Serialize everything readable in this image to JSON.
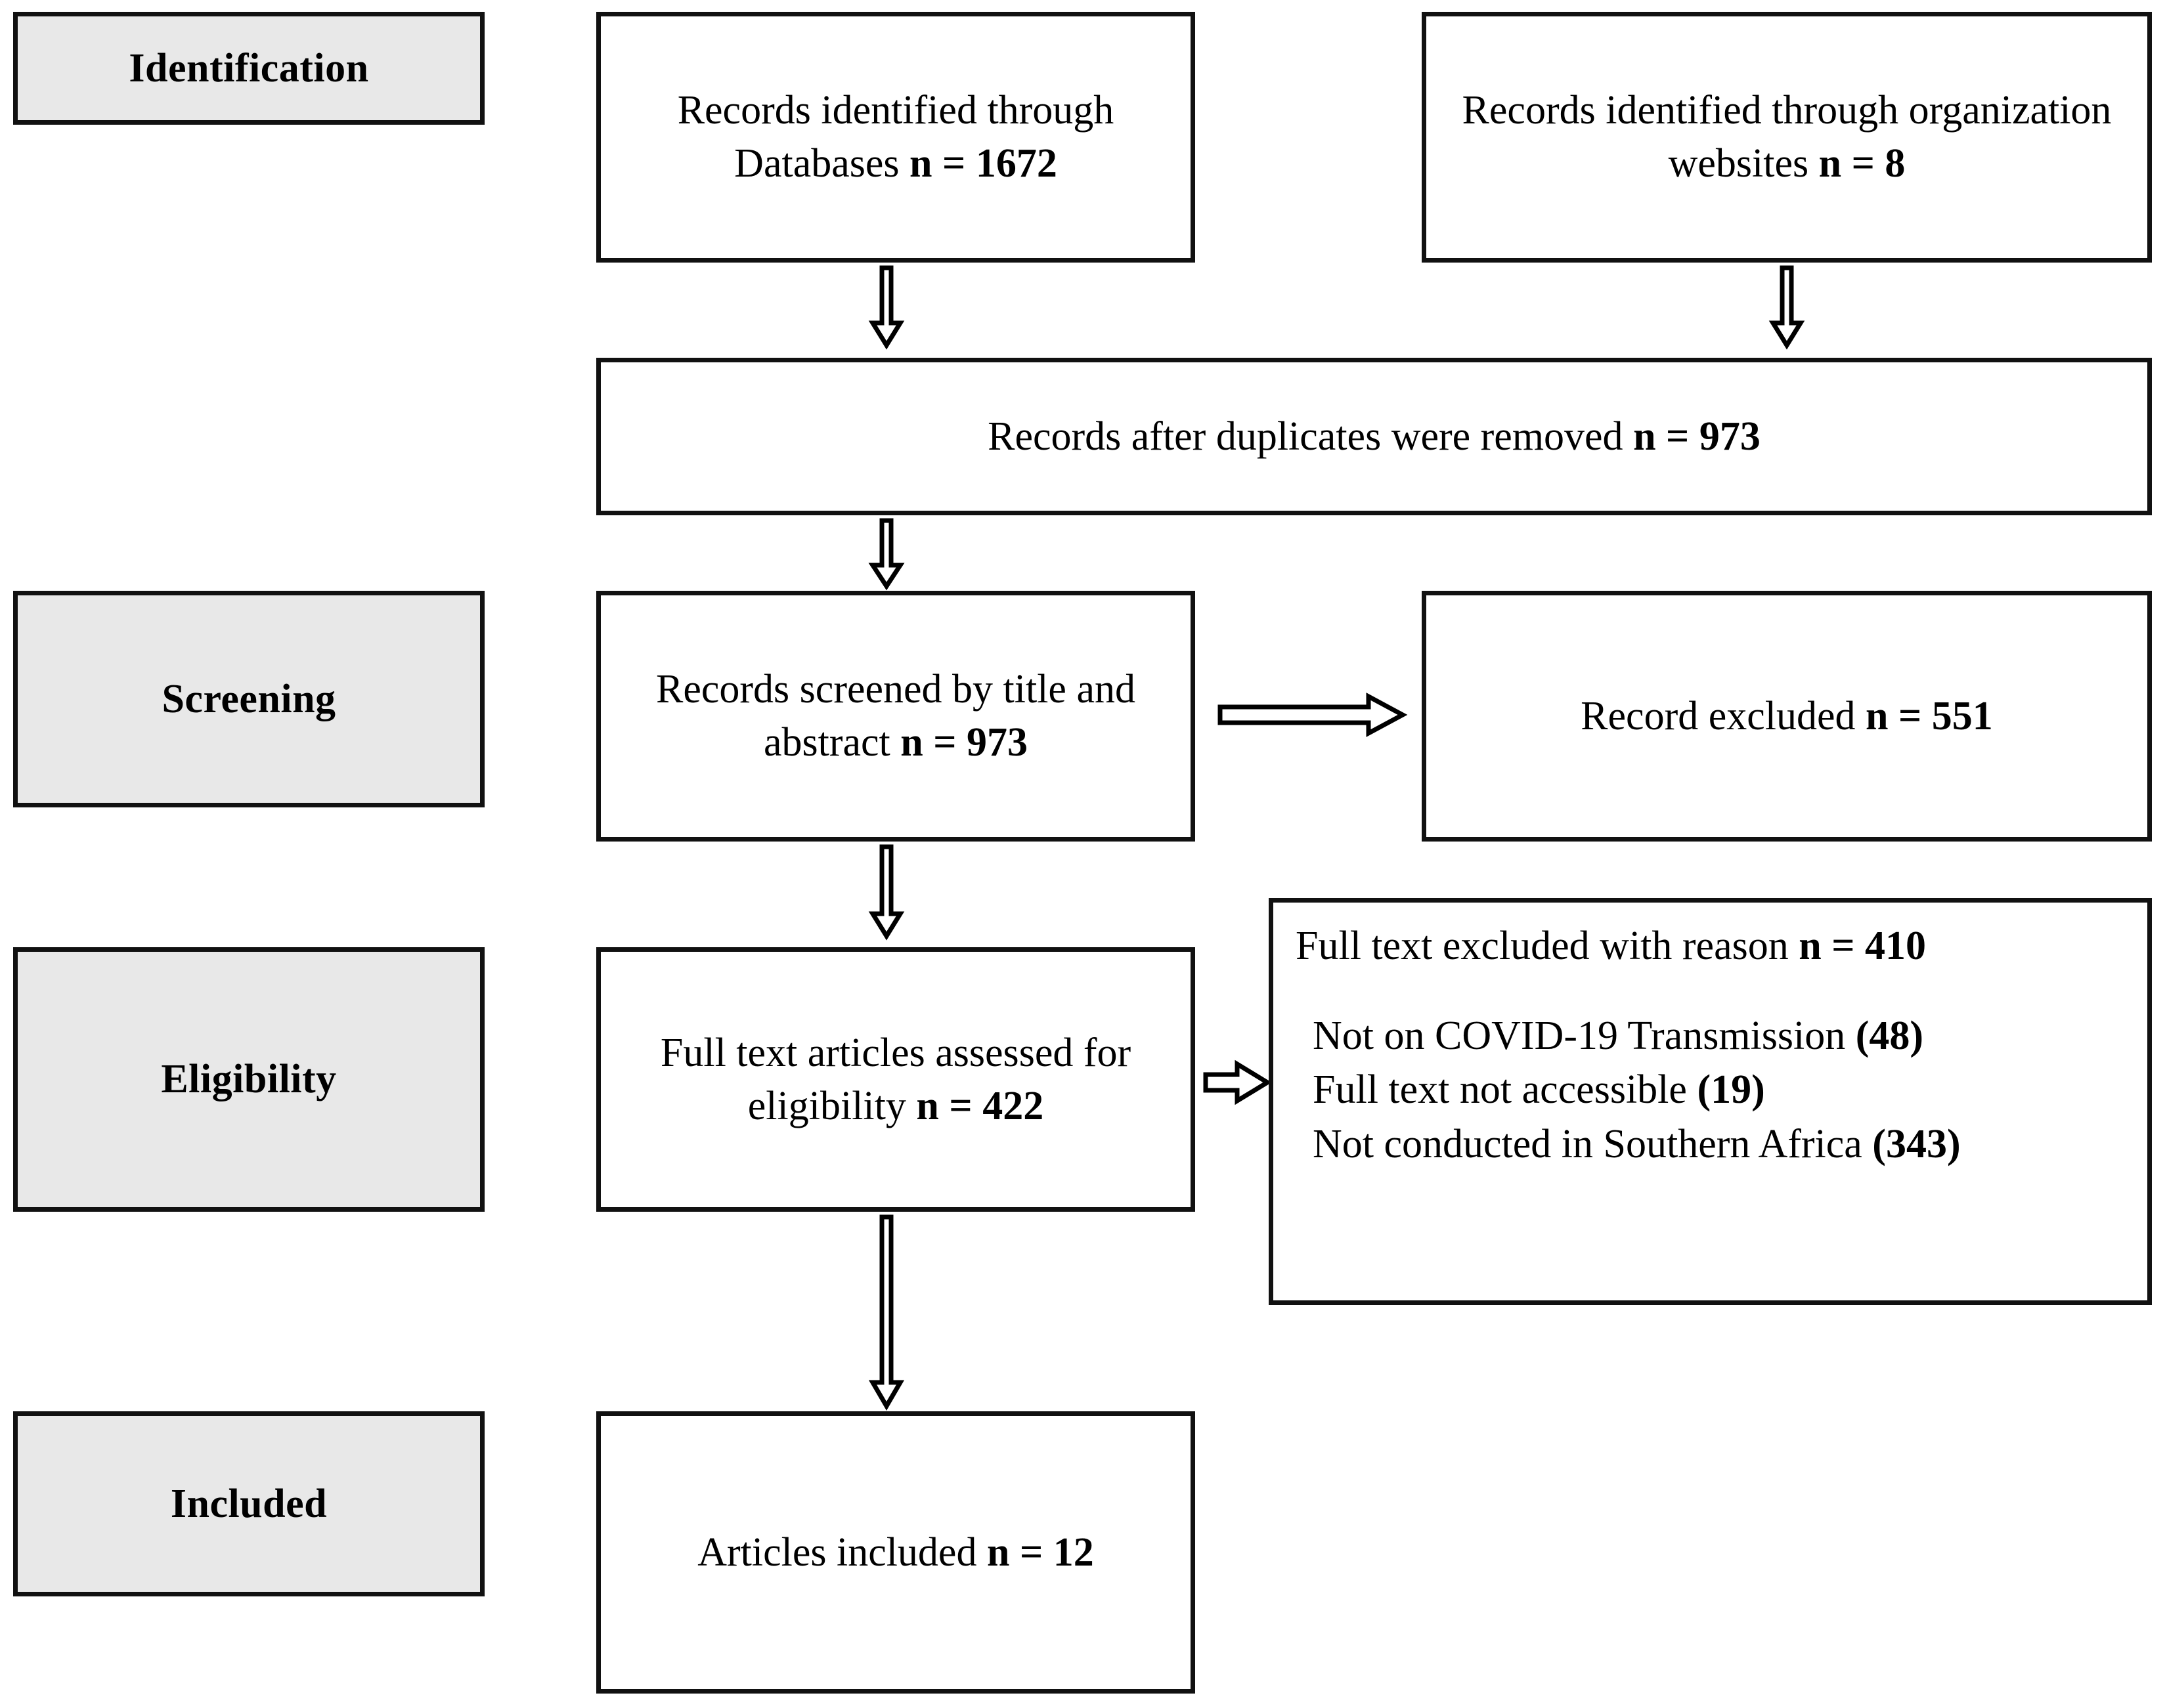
{
  "diagram": {
    "type": "prisma-flow-diagram",
    "stages": [
      {
        "id": "identification",
        "label": "Identification"
      },
      {
        "id": "screening",
        "label": "Screening"
      },
      {
        "id": "eligibility",
        "label": "Eligibility"
      },
      {
        "id": "included",
        "label": "Included"
      }
    ],
    "boxes": {
      "records_databases": {
        "text_plain": "Records identified through Databases n = 1672",
        "prefix": "Records identified through Databases ",
        "emphasis": "n = 1672",
        "count": 1672
      },
      "records_websites": {
        "text_plain": "Records identified through organization websites n = 8",
        "prefix": "Records identified through organization websites ",
        "emphasis": "n = 8",
        "count": 8
      },
      "after_duplicates": {
        "text_plain": "Records after duplicates were removed n = 973",
        "prefix": "Records after duplicates were removed ",
        "emphasis": "n = 973",
        "count": 973
      },
      "records_screened": {
        "text_plain": "Records screened by title and abstract n = 973",
        "prefix": "Records screened by title and abstract ",
        "emphasis": "n = 973",
        "count": 973
      },
      "records_excluded": {
        "text_plain": "Record excluded n = 551",
        "prefix": "Record excluded ",
        "emphasis": "n = 551",
        "count": 551
      },
      "fulltext_assessed": {
        "text_plain": "Full text articles assessed for eligibility n = 422",
        "prefix": "Full text articles assessed for eligibility ",
        "emphasis": "n = 422",
        "count": 422
      },
      "fulltext_excluded": {
        "heading_prefix": "Full text excluded with reason ",
        "heading_emphasis": "n = 410",
        "count": 410,
        "reasons": [
          {
            "label": "Not on COVID-19 Transmission ",
            "value": "(48)",
            "count": 48
          },
          {
            "label": "Full text not accessible ",
            "value": "(19)",
            "count": 19
          },
          {
            "label": "Not conducted in Southern Africa ",
            "value": "(343)",
            "count": 343
          }
        ]
      },
      "articles_included": {
        "text_plain": "Articles included n = 12",
        "prefix": "Articles included ",
        "emphasis": "n = 12",
        "count": 12
      }
    },
    "connectors": [
      {
        "id": "db-to-duplicates",
        "from": "records_databases",
        "to": "after_duplicates",
        "direction": "down"
      },
      {
        "id": "web-to-duplicates",
        "from": "records_websites",
        "to": "after_duplicates",
        "direction": "down"
      },
      {
        "id": "duplicates-to-screened",
        "from": "after_duplicates",
        "to": "records_screened",
        "direction": "down"
      },
      {
        "id": "screened-to-excluded",
        "from": "records_screened",
        "to": "records_excluded",
        "direction": "right"
      },
      {
        "id": "screened-to-fulltext",
        "from": "records_screened",
        "to": "fulltext_assessed",
        "direction": "down"
      },
      {
        "id": "fulltext-to-excluded",
        "from": "fulltext_assessed",
        "to": "fulltext_excluded",
        "direction": "right"
      },
      {
        "id": "fulltext-to-included",
        "from": "fulltext_assessed",
        "to": "articles_included",
        "direction": "down"
      }
    ],
    "colors": {
      "border": "#111111",
      "stage_fill": "#e8e8e8",
      "box_fill": "#ffffff",
      "text": "#000000",
      "page_background": "#ffffff"
    }
  }
}
